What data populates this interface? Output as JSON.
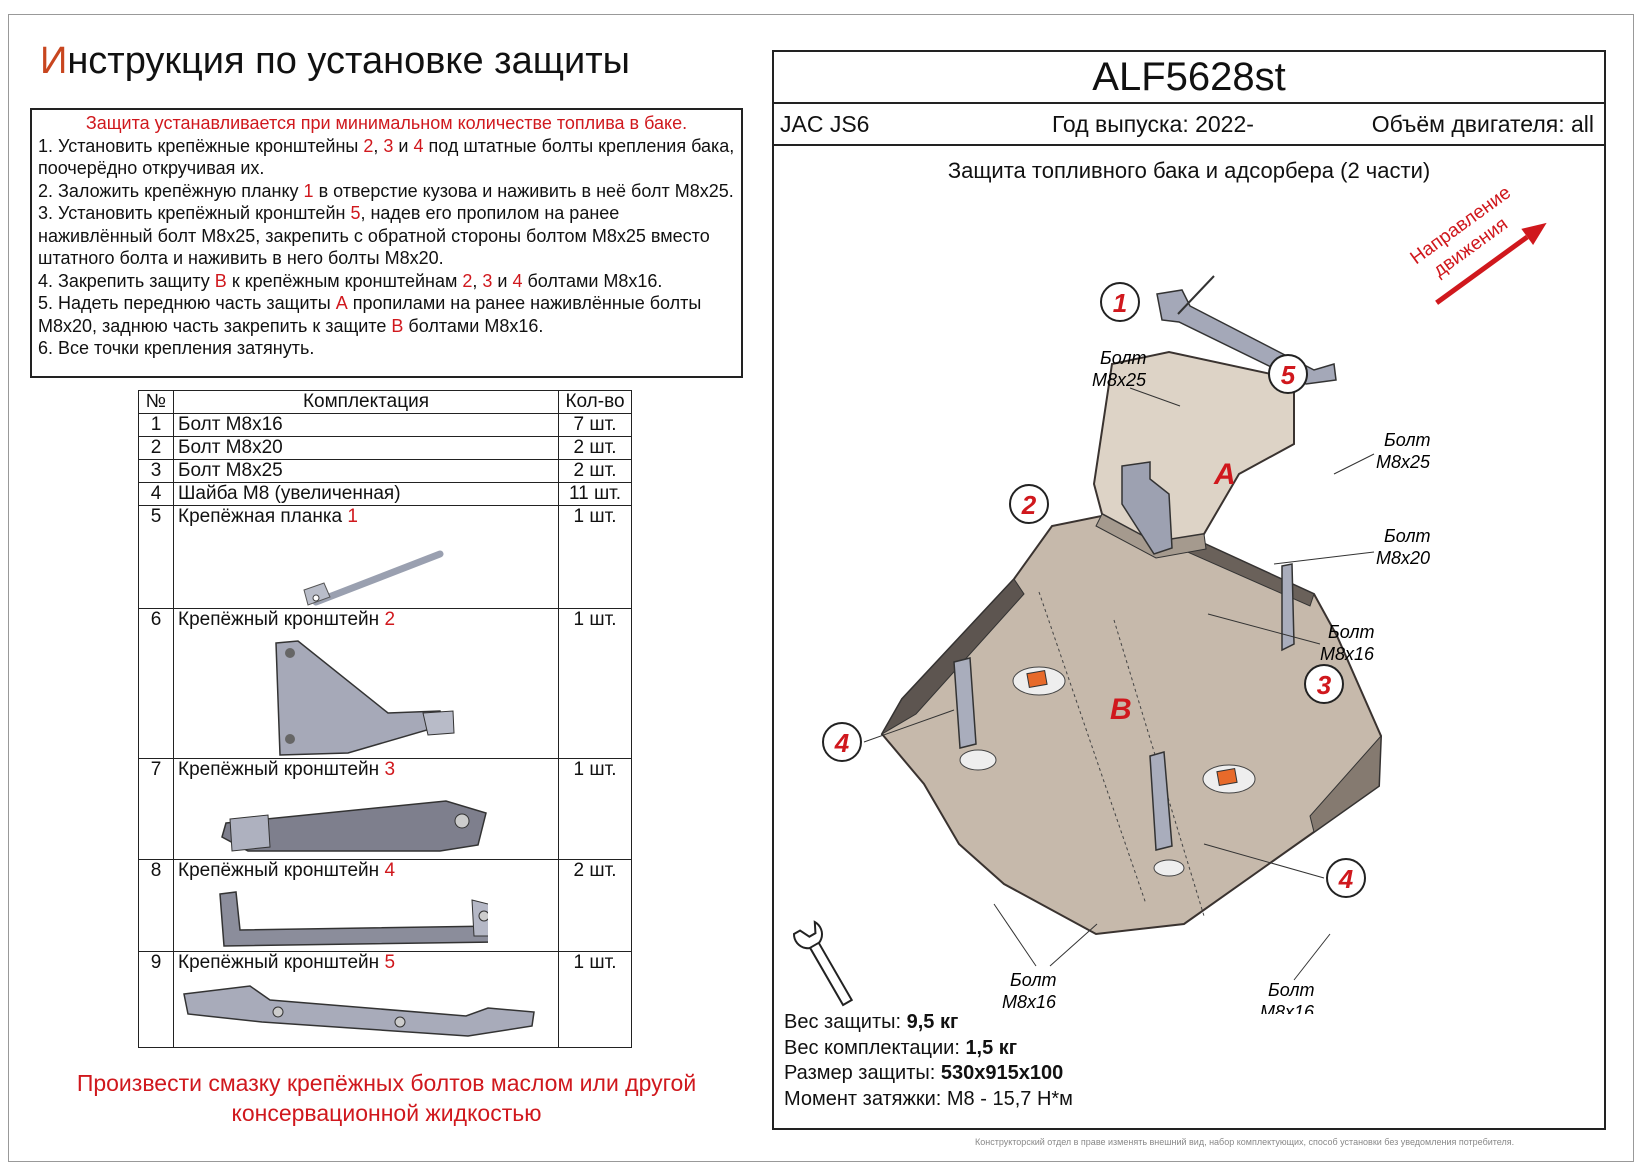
{
  "title": {
    "first_letter": "И",
    "rest": "нструкция по установке защиты"
  },
  "instructions": {
    "head": "Защита устанавливается при минимальном количестве топлива в баке.",
    "s1a": "1. Установить крепёжные кронштейны ",
    "s1n1": "2",
    "s1c1": ", ",
    "s1n2": "3",
    "s1c2": " и ",
    "s1n3": "4",
    "s1b": " под штатные болты крепления бака, поочерёдно откручивая их.",
    "s2a": "2. Заложить крепёжную планку ",
    "s2n": "1",
    "s2b": " в отверстие кузова и наживить в неё болт М8х25.",
    "s3a": "3. Установить крепёжный кронштейн ",
    "s3n": "5",
    "s3b": ", надев его пропилом на ранее наживлённый болт М8х25, закрепить с обратной стороны болтом М8х25 вместо штатного болта и наживить в него болты М8х20.",
    "s4a": "4. Закрепить защиту ",
    "s4n1": "В",
    "s4b": " к крепёжным кронштейнам ",
    "s4n2": "2",
    "s4c1": ", ",
    "s4n3": "3",
    "s4c2": " и ",
    "s4n4": "4",
    "s4d": " болтами М8х16.",
    "s5a": "5. Надеть переднюю часть защиты ",
    "s5n1": "А",
    "s5b": " пропилами на ранее наживлённые болты М8х20, заднюю часть закрепить к защите ",
    "s5n2": "В",
    "s5c": " болтами М8х16.",
    "s6": "6. Все точки крепления затянуть."
  },
  "kit": {
    "headers": [
      "№",
      "Комплектация",
      "Кол-во"
    ],
    "rows": [
      {
        "num": "1",
        "name": "Болт М8х16",
        "ref": "",
        "qty": "7 шт."
      },
      {
        "num": "2",
        "name": "Болт М8х20",
        "ref": "",
        "qty": "2 шт."
      },
      {
        "num": "3",
        "name": "Болт М8х25",
        "ref": "",
        "qty": "2 шт."
      },
      {
        "num": "4",
        "name": "Шайба М8 (увеличенная)",
        "ref": "",
        "qty": "11 шт."
      },
      {
        "num": "5",
        "name": "Крепёжная планка ",
        "ref": "1",
        "qty": "1 шт."
      },
      {
        "num": "6",
        "name": "Крепёжный кронштейн ",
        "ref": "2",
        "qty": "1 шт."
      },
      {
        "num": "7",
        "name": "Крепёжный кронштейн ",
        "ref": "3",
        "qty": "1 шт."
      },
      {
        "num": "8",
        "name": "Крепёжный кронштейн ",
        "ref": "4",
        "qty": "2 шт."
      },
      {
        "num": "9",
        "name": "Крепёжный кронштейн ",
        "ref": "5",
        "qty": "1 шт."
      }
    ]
  },
  "lube": {
    "line1": "Произвести смазку крепёжных болтов маслом или другой",
    "line2": "консервационной жидкостью"
  },
  "product": {
    "code": "ALF5628st",
    "model": "JAC JS6",
    "year": "Год выпуска: 2022-",
    "engine": "Объём двигателя: all",
    "subtitle": "Защита топливного бака и адсорбера (2 части)"
  },
  "diagram": {
    "direction_line1": "Направление",
    "direction_line2": "движения",
    "part_a": "A",
    "part_b": "B",
    "callouts": [
      "1",
      "2",
      "3",
      "4",
      "4",
      "5"
    ],
    "bolt_word": "Болт",
    "bolt_m8x25": "М8х25",
    "bolt_m8x20": "М8х20",
    "bolt_m8x16": "М8х16"
  },
  "specs": {
    "weight_label": "Вес защиты: ",
    "weight": "9,5 кг",
    "kit_weight_label": "Вес комплектации: ",
    "kit_weight": "1,5 кг",
    "size_label": "Размер защиты: ",
    "size": "530х915х100",
    "torque": "Момент затяжки:  М8 - 15,7 Н*м"
  },
  "footer": "Конструкторский отдел в праве изменять внешний вид, набор комплектующих, способ установки без уведомления потребителя.",
  "colors": {
    "accent_red": "#d0181d",
    "title_first": "#c8461f",
    "plate": "#c9bdb0",
    "bracket": "#9fa3b3"
  }
}
